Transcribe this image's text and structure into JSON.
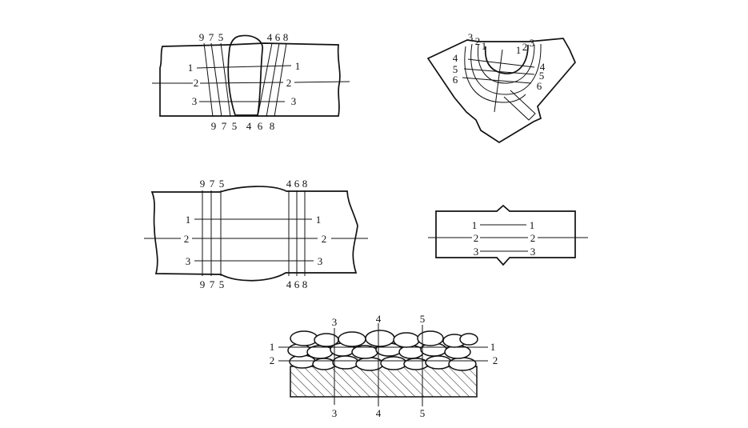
{
  "fig1": {
    "top": [
      "9",
      "7",
      "5",
      "4",
      "6",
      "8"
    ],
    "bottom": [
      "9",
      "7",
      "5",
      "4",
      "6",
      "8"
    ],
    "left": [
      "1",
      "2",
      "3"
    ],
    "right": [
      "1",
      "2",
      "3"
    ]
  },
  "fig2": {
    "top_left": [
      "3",
      "2",
      "1"
    ],
    "top_right": [
      "1",
      "2",
      "3"
    ],
    "left": [
      "4",
      "5",
      "6"
    ],
    "right": [
      "4",
      "5",
      "6"
    ]
  },
  "fig3": {
    "top": [
      "9",
      "7",
      "5",
      "4",
      "6",
      "8"
    ],
    "bottom": [
      "9",
      "7",
      "5",
      "4",
      "6",
      "8"
    ],
    "left": [
      "1",
      "2",
      "3"
    ],
    "right": [
      "1",
      "2",
      "3"
    ]
  },
  "fig4": {
    "left": [
      "1",
      "2",
      "3"
    ],
    "right": [
      "1",
      "2",
      "3"
    ]
  },
  "fig5": {
    "top": [
      "3",
      "4",
      "5"
    ],
    "bottom": [
      "3",
      "4",
      "5"
    ],
    "left": [
      "1",
      "2"
    ],
    "right": [
      "1",
      "2"
    ]
  }
}
